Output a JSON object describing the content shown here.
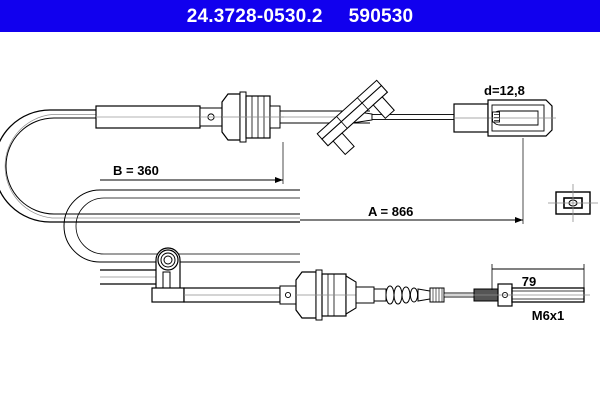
{
  "header": {
    "part_number": "24.3728-0530.2",
    "reference_number": "590530"
  },
  "drawing": {
    "dimensions": {
      "b_label": "B = 360",
      "a_label": "A = 866",
      "diameter_label": "d=12,8",
      "length_79_label": "79",
      "thread_label": "M6x1"
    }
  },
  "colors": {
    "header_background": "#1100ee",
    "header_text": "#ffffff",
    "line": "#000000",
    "sheet_background": "#ffffff"
  }
}
